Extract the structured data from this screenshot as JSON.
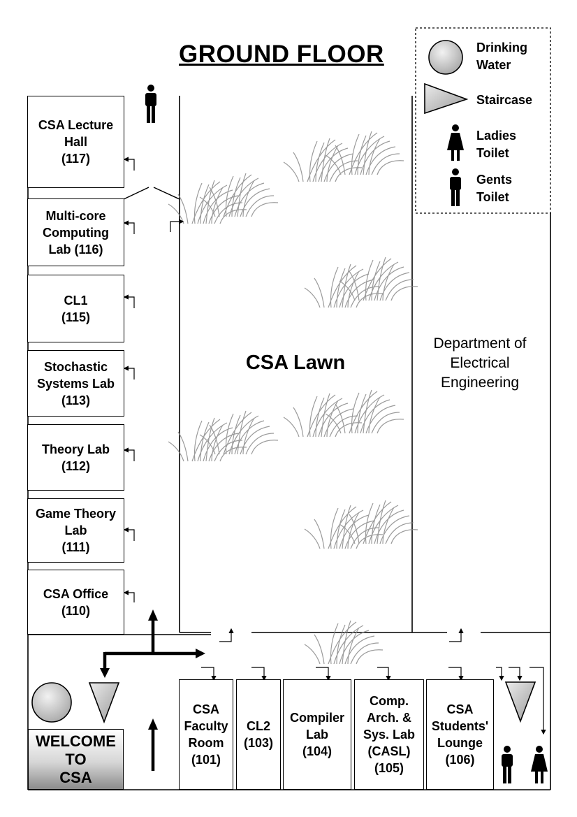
{
  "title": "GROUND FLOOR",
  "legend": {
    "drinking_water": "Drinking\nWater",
    "staircase": "Staircase",
    "ladies_toilet": "Ladies\nToilet",
    "gents_toilet": "Gents\nToilet"
  },
  "lawn_label": "CSA Lawn",
  "ee_department": "Department of\nElectrical\nEngineering",
  "welcome": "WELCOME\nTO\nCSA",
  "left_rooms": [
    {
      "label": "CSA Lecture\nHall\n(117)"
    },
    {
      "label": "Multi-core\nComputing\nLab (116)"
    },
    {
      "label": "CL1\n(115)"
    },
    {
      "label": "Stochastic\nSystems Lab\n(113)"
    },
    {
      "label": "Theory Lab\n(112)"
    },
    {
      "label": "Game Theory\nLab\n(111)"
    },
    {
      "label": "CSA Office\n(110)"
    }
  ],
  "bottom_rooms": [
    {
      "label": "CSA\nFaculty\nRoom\n(101)"
    },
    {
      "label": "CL2\n(103)"
    },
    {
      "label": "Compiler\nLab\n(104)"
    },
    {
      "label": "Comp.\nArch. &\nSys. Lab\n(CASL)\n(105)"
    },
    {
      "label": "CSA\nStudents'\nLounge\n(106)"
    }
  ],
  "colors": {
    "line": "#000000",
    "symbol_fill": "#c8c8c8",
    "grass": "#8a8a8a"
  },
  "icons": [
    "drinking-water-icon",
    "staircase-icon",
    "ladies-toilet-icon",
    "gents-toilet-icon"
  ]
}
